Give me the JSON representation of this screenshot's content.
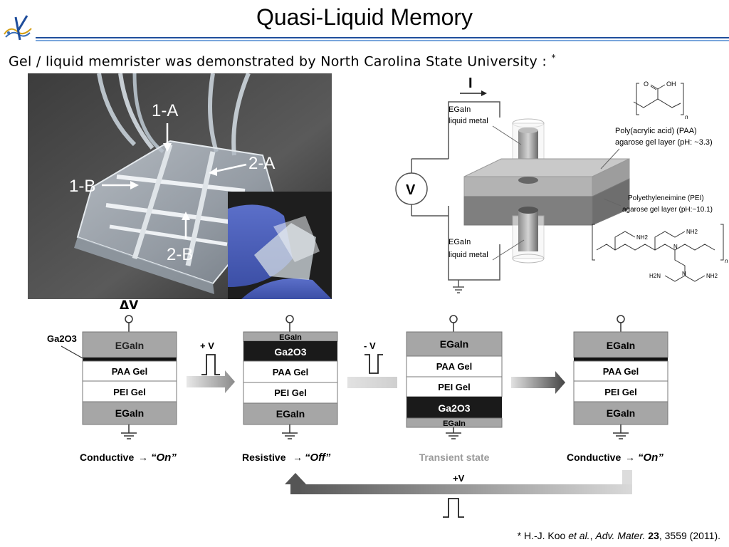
{
  "slide": {
    "title": "Quasi-Liquid Memory",
    "subtitle": "Gel / liquid memrister was demonstrated by North Carolina State University :",
    "subtitle_mark": "*",
    "citation": {
      "prefix": "* H.-J. Koo ",
      "etal": "et al.",
      "sep": ", ",
      "journal": "Adv. Mater.",
      "space": " ",
      "volume": "23",
      "rest": ", 3559 (2011)."
    }
  },
  "photo": {
    "labels": [
      "1-A",
      "2-A",
      "1-B",
      "2-B"
    ]
  },
  "schematic": {
    "current_label": "I",
    "voltmeter_label": "V",
    "top_metal_line1": "EGaIn",
    "top_metal_line2": "liquid metal",
    "bottom_metal_line1": "EGaIn",
    "bottom_metal_line2": "liquid metal",
    "paa_line1": "Poly(acrylic acid) (PAA)",
    "paa_line2": "agarose gel layer (pH: ~3.3)",
    "pei_line1": "Polyethyleneimine (PEI)",
    "pei_line2": "agarose gel layer (pH:~10.1)",
    "paa_struct": {
      "o": "O",
      "oh": "OH",
      "n": "n"
    },
    "pei_struct": {
      "nh2": "NH2",
      "h2n": "H2N",
      "n_atom": "N",
      "nh": "N",
      "n": "n"
    }
  },
  "states": {
    "delta_v": "ΔV",
    "ga2o3_label": "Ga2O3",
    "egain": "EGaIn",
    "paa_gel": "PAA Gel",
    "pei_gel": "PEI Gel",
    "ga2o3": "Ga2O3",
    "plus_v": "+ V",
    "minus_v": "- V",
    "loop_v": "+V",
    "state1": {
      "name": "Conductive",
      "arrow": "→",
      "quote": "“On”"
    },
    "state2": {
      "name": "Resistive",
      "arrow": "→",
      "quote": "“Off”"
    },
    "state3": {
      "name": "Transient state"
    },
    "state4": {
      "name": "Conductive",
      "arrow": "→",
      "quote": "“On”"
    }
  }
}
